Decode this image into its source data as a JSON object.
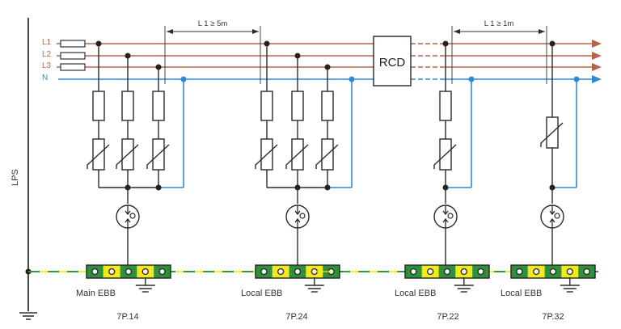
{
  "colors": {
    "phase": "#b5654a",
    "neutral": "#2d8ad4",
    "conductor": "#2b2b2b",
    "pe_green": "#2e9a3a",
    "pe_yellow": "#f4ec23",
    "ebb_green": "#2f8f3c",
    "ebb_yellow": "#f2ea1b"
  },
  "conductors": [
    {
      "label": "L1",
      "type": "phase"
    },
    {
      "label": "L2",
      "type": "phase"
    },
    {
      "label": "L3",
      "type": "phase"
    },
    {
      "label": "N",
      "type": "neutral"
    }
  ],
  "lps_label": "LPS",
  "rcd_label": "RCD",
  "distance_markers": [
    {
      "label": "L 1 ≥ 5m",
      "between": [
        "7P.14",
        "7P.24"
      ]
    },
    {
      "label": "L 1 ≥ 1m",
      "between": [
        "7P.22",
        "7P.32"
      ]
    }
  ],
  "devices": [
    {
      "code": "7P.14",
      "ebb_label": "Main EBB",
      "protected_lines": 3,
      "fuses": true
    },
    {
      "code": "7P.24",
      "ebb_label": "Local EBB",
      "protected_lines": 3,
      "fuses": true
    },
    {
      "code": "7P.22",
      "ebb_label": "Local EBB",
      "protected_lines": 1,
      "fuses": true
    },
    {
      "code": "7P.32",
      "ebb_label": "Local EBB",
      "protected_lines": 1,
      "fuses": false
    }
  ]
}
